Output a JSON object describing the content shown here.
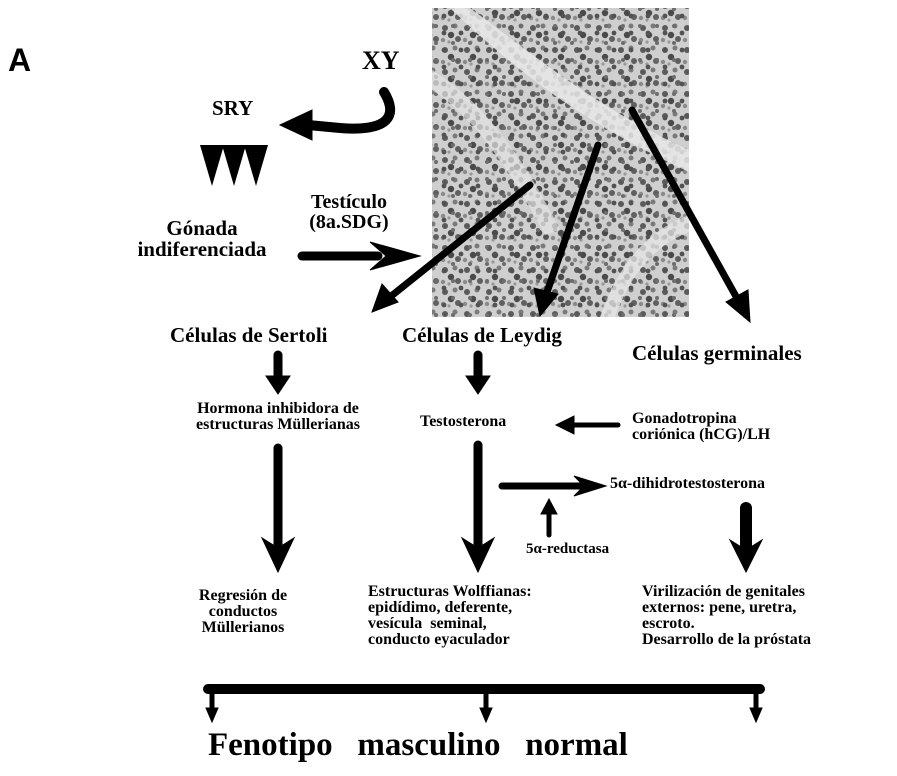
{
  "panel_label": "A",
  "nodes": {
    "xy": "XY",
    "sry": "SRY",
    "testiculo": "Testículo\n(8a.SDG)",
    "gonada": "Gónada\nindiferenciada",
    "sertoli": "Células de Sertoli",
    "leydig": "Células de Leydig",
    "germinales": "Células germinales",
    "hormona": "Hormona inhibidora de\nestructuras Müllerianas",
    "testosterona": "Testosterona",
    "gonadotropina": "Gonadotropina\ncoriónica (hCG)/LH",
    "dht": "5α-dihidrotestosterona",
    "reductasa": "5α-reductasa",
    "regresion": "Regresión de\nconductos\nMüllerianos",
    "wolffianas": "Estructuras Wolffianas:\nepidídimo, deferente,\nvesícula  seminal,\nconducto eyaculador",
    "virilizacion": "Virilización de genitales\nexternos: pene, uretra,\nescroto.\nDesarrollo de la próstata",
    "fenotipo": "Fenotipo   masculino   normal"
  },
  "colors": {
    "ink": "#000000",
    "tissue_base": "#c9c9c9"
  }
}
